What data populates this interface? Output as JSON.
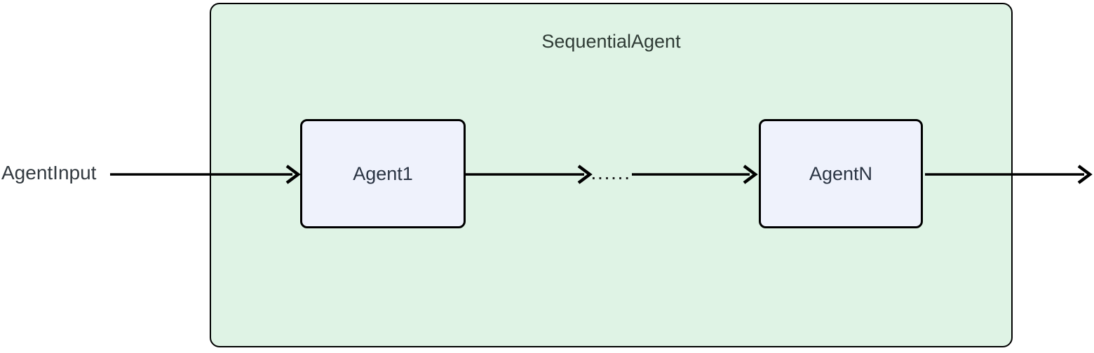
{
  "diagram": {
    "type": "flowchart-left-right",
    "container_label": "SequentialAgent",
    "input_label": "AgentInput",
    "ellipsis_label": "......",
    "nodes": [
      {
        "id": "agent1",
        "label": "Agent1"
      },
      {
        "id": "agentN",
        "label": "AgentN"
      }
    ],
    "edges": [
      {
        "from": "AgentInput",
        "to": "Agent1"
      },
      {
        "from": "Agent1",
        "to": "ellipsis"
      },
      {
        "from": "ellipsis",
        "to": "AgentN"
      },
      {
        "from": "AgentN",
        "to": "output"
      }
    ],
    "colors": {
      "container_fill": "#dff3e5",
      "container_border": "#000000",
      "node_fill": "#eff2fc",
      "node_border": "#000000",
      "arrow": "#000000",
      "title_text": "#2f3b35",
      "node_text": "#2a3443",
      "input_text": "#333a40"
    }
  }
}
